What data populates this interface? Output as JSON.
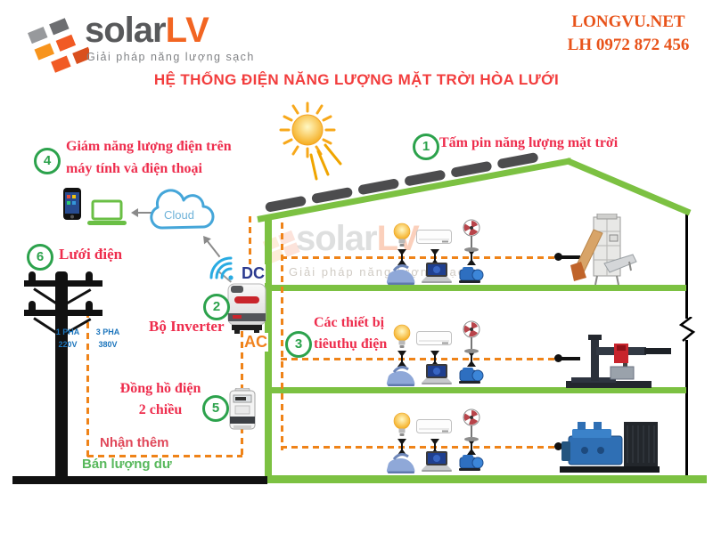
{
  "header": {
    "logo": {
      "solar": "solar",
      "lv": "LV",
      "tagline": "Giải pháp năng lượng sạch"
    },
    "contact": {
      "website": "LONGVU.NET",
      "phone": "LH 0972 872 456"
    }
  },
  "title": "HỆ THỐNG ĐIỆN NĂNG LƯỢNG MẶT TRỜI HÒA LƯỚI",
  "callouts": {
    "c1": {
      "num": "1",
      "text": "Tấm pin năng lượng mặt trời"
    },
    "c2": {
      "num": "2",
      "text": "Bộ Inverter"
    },
    "c3": {
      "num": "3",
      "line1": "Các thiết bị",
      "line2": "tiêuthụ điện"
    },
    "c4": {
      "num": "4",
      "line1": "Giám năng lượng điện trên",
      "line2": "máy tính và điện thoại"
    },
    "c5": {
      "num": "5",
      "line1": "Đồng hồ điện",
      "line2": "2 chiều"
    },
    "c6": {
      "num": "6",
      "text": "Lưới điện"
    }
  },
  "annotations": {
    "dc": "DC",
    "ac": "AC",
    "cloud": "Cloud",
    "phase1": {
      "line1": "1 PHA",
      "line2": "220V"
    },
    "phase3": {
      "line1": "3 PHA",
      "line2": "380V"
    },
    "receive": "Nhận thêm",
    "sell": "Bán lượng dư"
  },
  "watermark": {
    "solar": "solar",
    "lv": "LV",
    "tagline": "Giải pháp năng lượng sạch"
  },
  "colors": {
    "house_green": "#7cc142",
    "dash_orange": "#ef8318",
    "label_red": "#ee2d4d",
    "title_red": "#f23d3d",
    "circle_green": "#2ca24c",
    "dc_blue": "#2b3a8f",
    "ac_orange": "#f0821e",
    "phase_blue": "#1c75bc",
    "cloud_blue": "#45a6d9",
    "brand_gray": "#58595b",
    "brand_orange": "#f26522",
    "contact_orange": "#e8531a",
    "sell_green": "#58b85c",
    "receive_red": "#e0485a"
  }
}
